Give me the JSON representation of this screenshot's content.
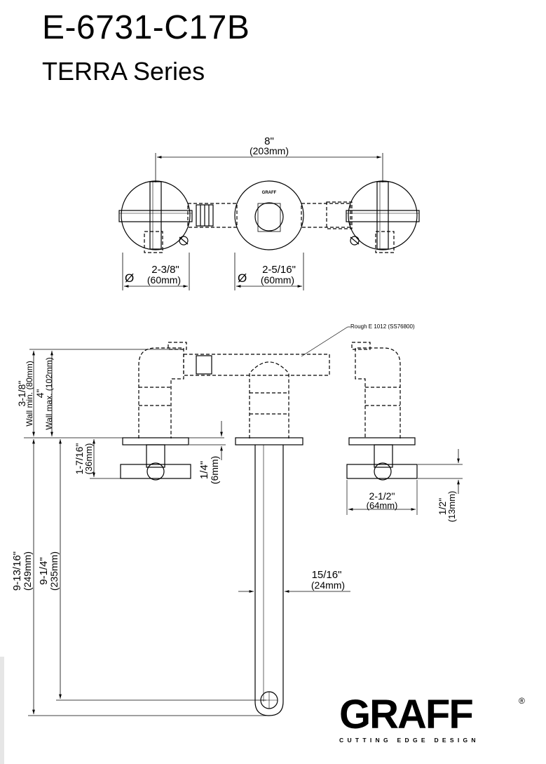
{
  "header": {
    "model": "E-6731-C17B",
    "series": "TERRA Series"
  },
  "top_view": {
    "spacing_in": "8\"",
    "spacing_mm": "(203mm)",
    "handle_dia_in": "2-3/8\"",
    "handle_dia_mm": "(60mm)",
    "spout_dia_in": "2-5/16\"",
    "spout_dia_mm": "(60mm)",
    "diameter_symbol": "Ø",
    "center_logo": "GRAFF"
  },
  "side_view": {
    "rough_label": "Rough E 1012 (SS76800)",
    "wall_min_in": "3-1/8\"",
    "wall_min_mm": "Wall min. (80mm)",
    "wall_max_in": "4\"",
    "wall_max_mm": "Wall max. (102mm)",
    "handle_proj_in": "1-7/16\"",
    "handle_proj_mm": "(36mm)",
    "flange_in": "1/4\"",
    "flange_mm": "(6mm)",
    "handle_width_in": "2-1/2\"",
    "handle_width_mm": "(64mm)",
    "handle_thick_in": "1/2\"",
    "handle_thick_mm": "(13mm)",
    "spout_len_total_in": "9-13/16\"",
    "spout_len_total_mm": "(249mm)",
    "spout_len_in": "9-1/4\"",
    "spout_len_mm": "(235mm)",
    "spout_dia_in": "15/16\"",
    "spout_dia_mm": "(24mm)"
  },
  "brand": {
    "name": "GRAFF",
    "reg": "®",
    "tagline": "CUTTING EDGE DESIGN"
  }
}
